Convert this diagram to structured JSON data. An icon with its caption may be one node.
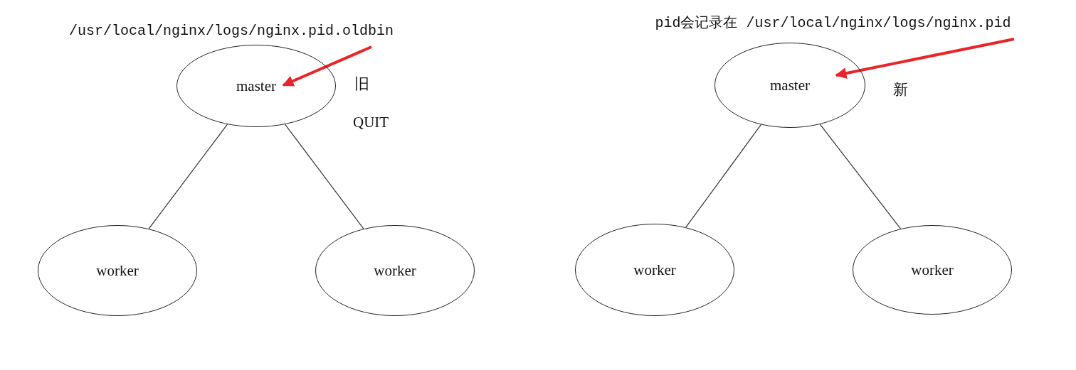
{
  "diagram": {
    "nodes": [
      {
        "text": [
          "/usr/local/nginx/logs/nginx.pid.oldbin"
        ]
      },
      {
        "text": [
          "master"
        ]
      },
      {
        "text": [
          "worker"
        ]
      },
      {
        "text": [
          "worker"
        ]
      },
      {
        "text": [
          "pid会记录在 /usr/local/nginx/logs/nginx.pid"
        ]
      },
      {
        "text": [
          "master"
        ]
      },
      {
        "text": [
          "worker"
        ]
      },
      {
        "text": [
          "worker"
        ]
      }
    ],
    "edges": [
      {
        "from": 0,
        "to": 1,
        "arrow": "to",
        "style": "thick",
        "color": "#e8262a"
      },
      {
        "from": 1,
        "to": 2,
        "arrow": "none"
      },
      {
        "from": 1,
        "to": 3,
        "arrow": "none"
      },
      {
        "from": 4,
        "to": 5,
        "arrow": "to",
        "style": "thick",
        "color": "#e8262a"
      },
      {
        "from": 5,
        "to": 6,
        "arrow": "none"
      },
      {
        "from": 5,
        "to": 7,
        "arrow": "none"
      }
    ],
    "labels": [
      "旧",
      "QUIT",
      "新"
    ]
  }
}
